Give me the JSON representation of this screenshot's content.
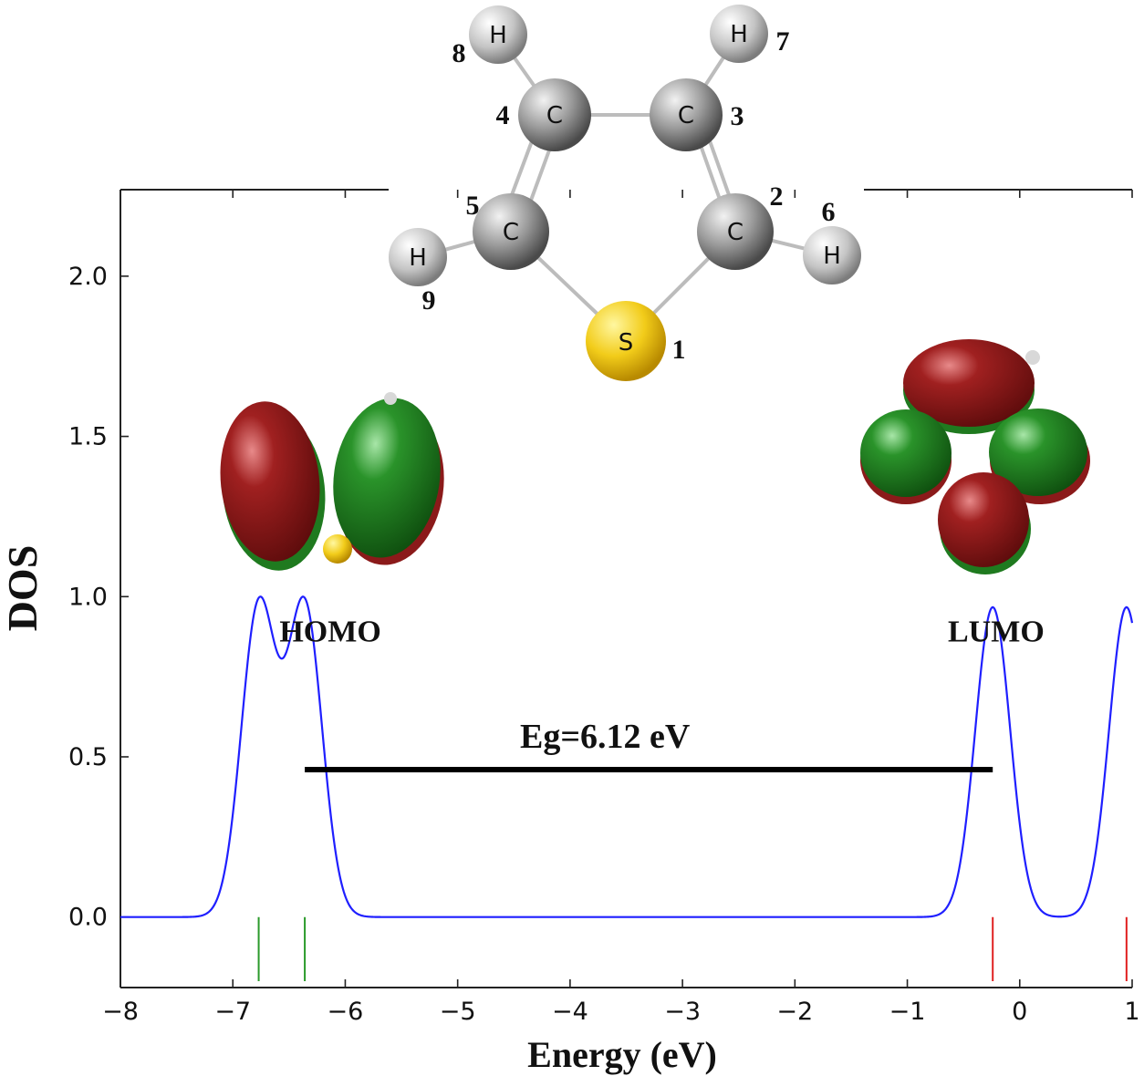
{
  "chart_data": {
    "type": "line",
    "xlabel": "Energy (eV)",
    "ylabel": "DOS",
    "xlim": [
      -8,
      1
    ],
    "ylim": [
      -0.22,
      2.27
    ],
    "xticks": [
      "−8",
      "−7",
      "−6",
      "−5",
      "−4",
      "−3",
      "−2",
      "−1",
      "0",
      "1"
    ],
    "xtick_values": [
      -8,
      -7,
      -6,
      -5,
      -4,
      -3,
      -2,
      -1,
      0,
      1
    ],
    "yticks": [
      "0.0",
      "0.5",
      "1.0",
      "1.5",
      "2.0"
    ],
    "ytick_values": [
      0,
      0.5,
      1.0,
      1.5,
      2.0
    ],
    "series": [
      {
        "type": "line",
        "color": "#1f1fff",
        "levels": [
          -6.77,
          -6.36,
          -0.24,
          0.95
        ],
        "peak_heights": [
          1.0,
          1.0,
          1.0,
          1.0
        ]
      }
    ],
    "occupied_levels": {
      "color": "#2a9a2a",
      "x": [
        -6.77,
        -6.36
      ]
    },
    "virtual_levels": {
      "color": "#e02020",
      "x": [
        -0.24,
        0.95
      ]
    },
    "gap_bar": {
      "x": [
        -6.36,
        -0.24
      ],
      "y": 0.46,
      "label": "Eg=6.12 eV"
    },
    "annotations": [
      {
        "text": "HOMO",
        "x": -6.36,
        "y": 0.86
      },
      {
        "text": "LUMO",
        "x": -0.21,
        "y": 0.86
      }
    ],
    "grid": false
  },
  "molecule": {
    "atoms": [
      {
        "symbol": "S",
        "number": "1"
      },
      {
        "symbol": "C",
        "number": "2"
      },
      {
        "symbol": "C",
        "number": "3"
      },
      {
        "symbol": "C",
        "number": "4"
      },
      {
        "symbol": "C",
        "number": "5"
      },
      {
        "symbol": "H",
        "number": "6"
      },
      {
        "symbol": "H",
        "number": "7"
      },
      {
        "symbol": "H",
        "number": "8"
      },
      {
        "symbol": "H",
        "number": "9"
      }
    ]
  },
  "orbital_colors": {
    "positive": "#8b1a1a",
    "negative": "#1f7a1f"
  }
}
